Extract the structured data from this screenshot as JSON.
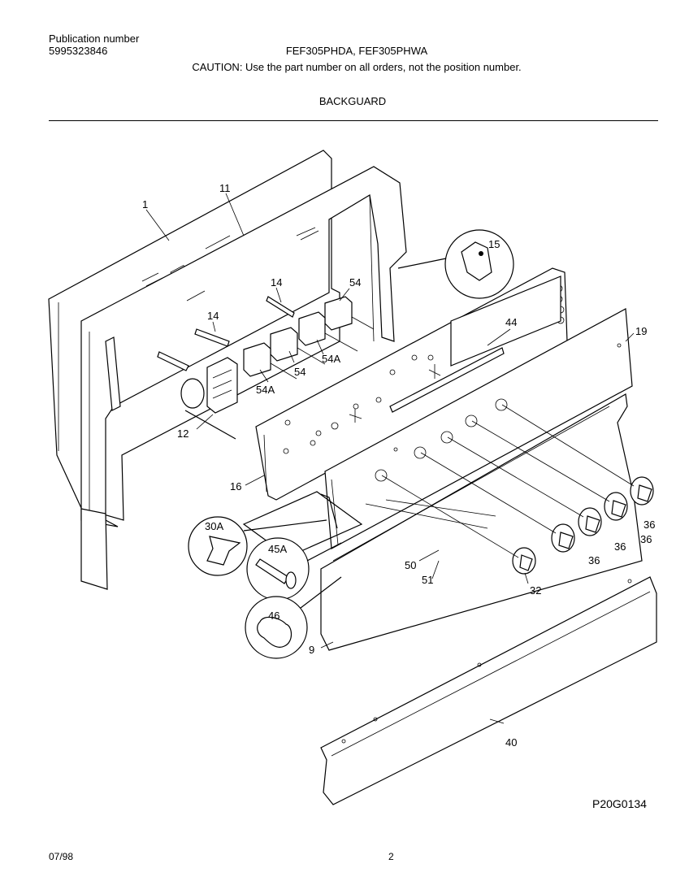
{
  "header": {
    "publication_label": "Publication number",
    "publication_number": "5995323846",
    "models": "FEF305PHDA, FEF305PHWA",
    "caution": "CAUTION:  Use the part number on all orders, not the position number.",
    "section_title": "BACKGUARD"
  },
  "part_labels": [
    "1",
    "11",
    "14",
    "14",
    "15",
    "54",
    "54A",
    "54",
    "54A",
    "44",
    "19",
    "12",
    "16",
    "30A",
    "45A",
    "46",
    "50",
    "51",
    "32",
    "36",
    "36",
    "36",
    "36",
    "9",
    "40"
  ],
  "footer": {
    "figure_code": "P20G0134",
    "date": "07/98",
    "page": "2"
  }
}
